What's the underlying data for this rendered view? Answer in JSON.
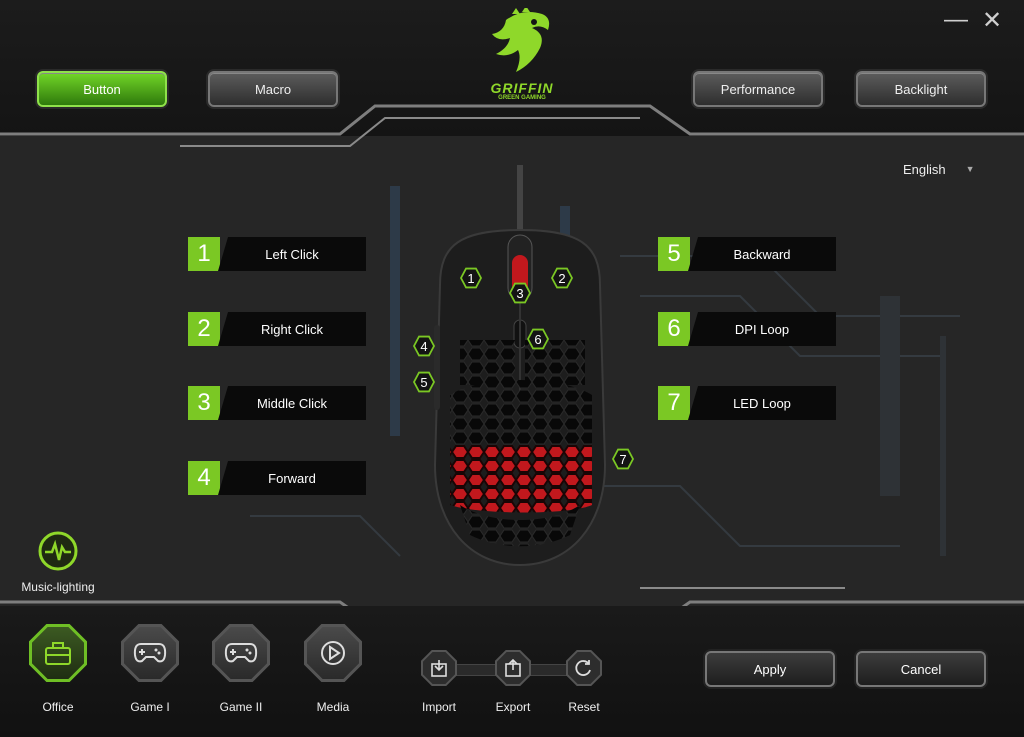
{
  "brand": {
    "name": "GRIFFIN",
    "tagline": "GREEN GAMING"
  },
  "window": {
    "minimize_icon": "minimize-icon",
    "close_icon": "close-icon"
  },
  "nav": {
    "button": "Button",
    "macro": "Macro",
    "performance": "Performance",
    "backlight": "Backlight",
    "active": "Button"
  },
  "language": {
    "selected": "English"
  },
  "mappings": [
    {
      "num": "1",
      "label": "Left Click"
    },
    {
      "num": "2",
      "label": "Right Click"
    },
    {
      "num": "3",
      "label": "Middle Click"
    },
    {
      "num": "4",
      "label": "Forward"
    },
    {
      "num": "5",
      "label": "Backward"
    },
    {
      "num": "6",
      "label": "DPI Loop"
    },
    {
      "num": "7",
      "label": "LED Loop"
    }
  ],
  "mouse_markers": [
    "1",
    "2",
    "3",
    "4",
    "5",
    "6",
    "7"
  ],
  "music": {
    "label": "Music-lighting",
    "icon": "waveform-icon"
  },
  "modes": [
    {
      "label": "Office",
      "icon": "toolbox-icon"
    },
    {
      "label": "Game I",
      "icon": "gamepad-icon"
    },
    {
      "label": "Game II",
      "icon": "gamepad-icon"
    },
    {
      "label": "Media",
      "icon": "play-icon"
    }
  ],
  "tools": [
    {
      "label": "Import",
      "icon": "import-icon"
    },
    {
      "label": "Export",
      "icon": "export-icon"
    },
    {
      "label": "Reset",
      "icon": "reset-icon"
    }
  ],
  "actions": {
    "apply": "Apply",
    "cancel": "Cancel"
  },
  "colors": {
    "accent": "#7bc824",
    "panel": "#262626",
    "background": "#161616"
  }
}
